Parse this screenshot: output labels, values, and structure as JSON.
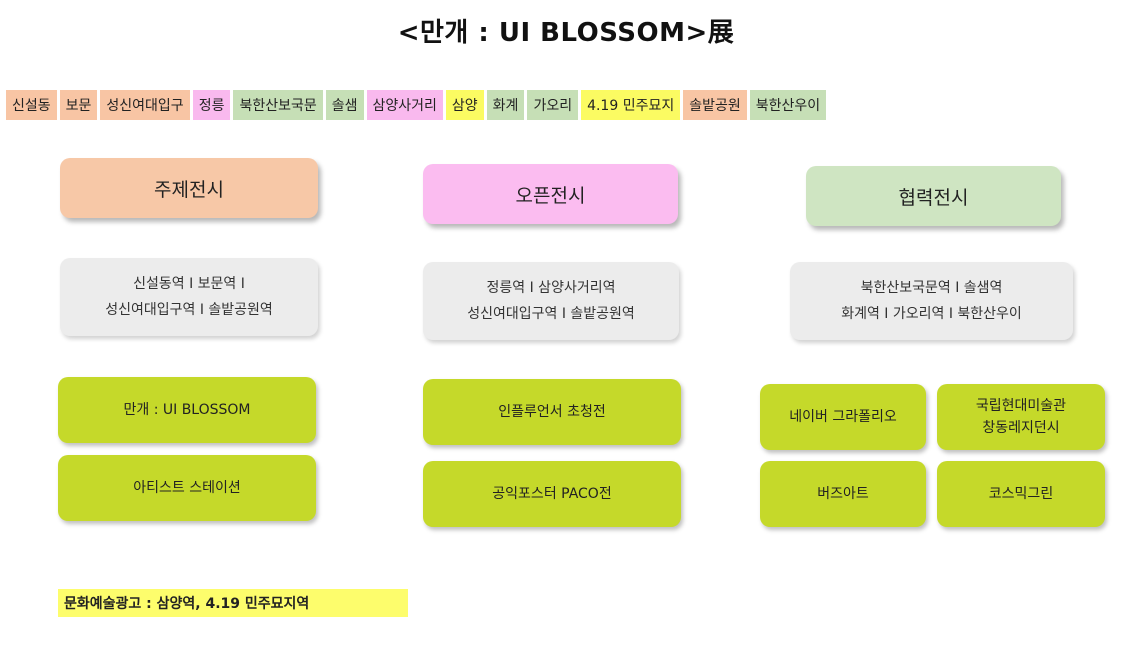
{
  "title": "<만개 : UI BLOSSOM>展",
  "stations": [
    {
      "label": "신설동",
      "color": "#f8c5a4"
    },
    {
      "label": "보문",
      "color": "#f8c5a4"
    },
    {
      "label": "성신여대입구",
      "color": "#f8c5a4"
    },
    {
      "label": "정릉",
      "color": "#f9b9ee"
    },
    {
      "label": "북한산보국문",
      "color": "#c6dfb6"
    },
    {
      "label": "솔샘",
      "color": "#c6dfb6"
    },
    {
      "label": "삼양사거리",
      "color": "#f9b9ee"
    },
    {
      "label": "삼양",
      "color": "#fbfb62"
    },
    {
      "label": "화계",
      "color": "#c6dfb6"
    },
    {
      "label": "가오리",
      "color": "#c6dfb6"
    },
    {
      "label": "4.19 민주묘지",
      "color": "#fbfb62"
    },
    {
      "label": "솔밭공원",
      "color": "#f8c5a4"
    },
    {
      "label": "북한산우이",
      "color": "#c6dfb6"
    }
  ],
  "categories": {
    "theme": {
      "label": "주제전시",
      "stations_line1": "신설동역 I 보문역 I",
      "stations_line2": "성신여대입구역 I 솔밭공원역",
      "exhibitions": [
        "만개 : UI BLOSSOM",
        "아티스트 스테이션"
      ]
    },
    "open": {
      "label": "오픈전시",
      "stations_line1": "정릉역 I 삼양사거리역",
      "stations_line2": "성신여대입구역 I 솔밭공원역",
      "exhibitions": [
        "인플루언서 초청전",
        "공익포스터 PACO전"
      ]
    },
    "collab": {
      "label": "협력전시",
      "stations_line1": "북한산보국문역 I 솔샘역",
      "stations_line2": "화계역 I 가오리역 I 북한산우이",
      "exhibitions": [
        "네이버 그라폴리오",
        "국립현대미술관",
        "창동레지던시",
        "버즈아트",
        "코스믹그린"
      ]
    }
  },
  "note": "문화예술광고 : 삼양역, 4.19 민주묘지역",
  "colors": {
    "orange": "#f7c8a7",
    "pink": "#fbbcf0",
    "green": "#cfe5c2",
    "lime": "#c5d92a",
    "yellow": "#fdfd6c",
    "gray": "#ececec"
  }
}
